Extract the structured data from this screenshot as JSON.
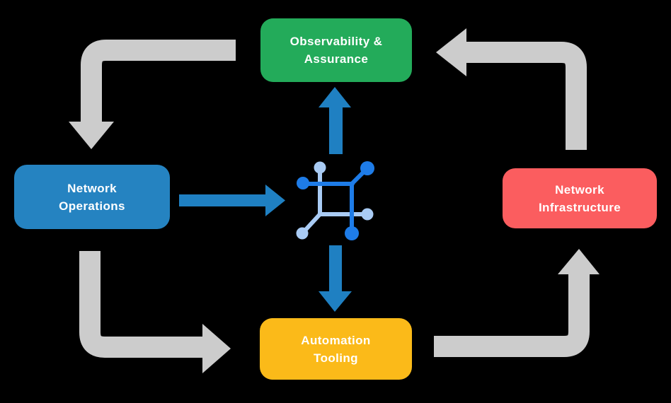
{
  "diagram": {
    "background_color": "#000000",
    "colors": {
      "cycle_arrow": "#CCCCCC",
      "hub_arrow": "#1F80C2",
      "icon_primary": "#1E7CE8",
      "icon_secondary": "#A9CBF4",
      "node_text": "#FFFFFF"
    },
    "center_icon": "network-automation-icon",
    "nodes": [
      {
        "id": "observability",
        "line1": "Observability &",
        "line2": "Assurance",
        "color": "#23AB5A"
      },
      {
        "id": "operations",
        "line1": "Network",
        "line2": "Operations",
        "color": "#2583C1"
      },
      {
        "id": "infrastructure",
        "line1": "Network",
        "line2": "Infrastructure",
        "color": "#FB5D5F"
      },
      {
        "id": "automation",
        "line1": "Automation",
        "line2": "Tooling",
        "color": "#FBBA19"
      }
    ],
    "cycle_arrows": [
      {
        "from": "observability",
        "to": "operations",
        "direction": "down"
      },
      {
        "from": "operations",
        "to": "automation",
        "direction": "right"
      },
      {
        "from": "automation",
        "to": "infrastructure",
        "direction": "up"
      },
      {
        "from": "infrastructure",
        "to": "observability",
        "direction": "left"
      }
    ],
    "hub_arrows": [
      {
        "from": "operations",
        "to": "hub",
        "direction": "right"
      },
      {
        "from": "hub",
        "to": "observability",
        "direction": "up"
      },
      {
        "from": "hub",
        "to": "automation",
        "direction": "down"
      }
    ]
  }
}
